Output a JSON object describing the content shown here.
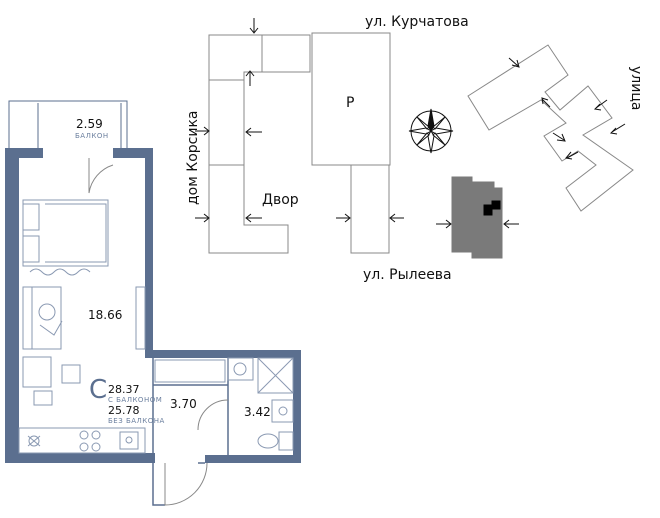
{
  "site_plan": {
    "streets": {
      "north": "ул. Курчатова",
      "south": "ул. Рылеева",
      "west": "дом Корсика",
      "east": "улица"
    },
    "yard_label": "Двор",
    "parking_label": "P"
  },
  "apartment": {
    "type_letter": "C",
    "total_with_balcony": "28.37",
    "with_balcony_caption": "С БАЛКОНОМ",
    "total_without_balcony": "25.78",
    "without_balcony_caption": "БЕЗ БАЛКОНА",
    "balcony_area": "2.59",
    "balcony_caption": "БАЛКОН",
    "living_room_area": "18.66",
    "hallway_area": "3.70",
    "bathroom_area": "3.42"
  },
  "colors": {
    "wall": "#5b6f8f",
    "accent": "#6b7f9e",
    "building_outline": "#888888",
    "highlight_building": "#7a7a7a"
  },
  "icons": [
    "compass-rose-icon",
    "entrance-arrow-icon",
    "bed-icon",
    "sofa-icon",
    "table-icon",
    "stove-icon",
    "sink-icon",
    "toilet-icon",
    "shower-icon",
    "washing-machine-icon"
  ]
}
